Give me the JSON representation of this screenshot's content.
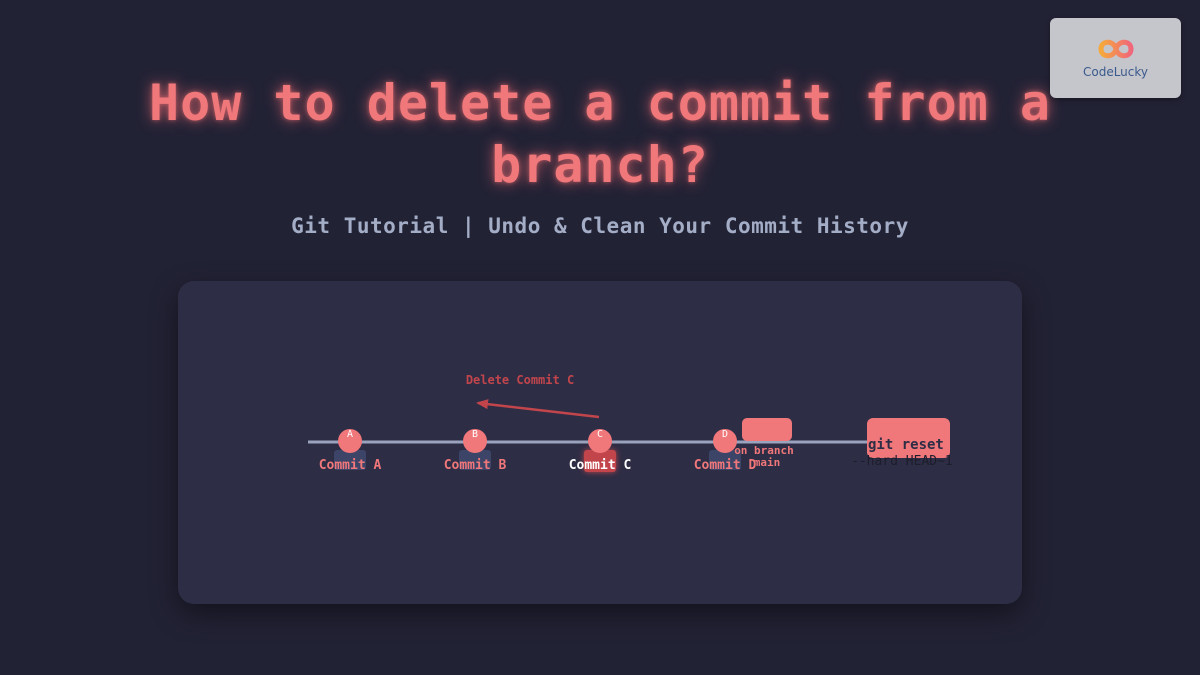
{
  "title": "How to delete a commit from a branch?",
  "subtitle": "Git Tutorial | Undo & Clean Your Commit History",
  "logo": {
    "text": "CodeLucky",
    "icon": "infinity-logo-icon"
  },
  "diagram": {
    "annotation": "Delete Commit C",
    "commits": [
      {
        "id": "A",
        "label": "Commit A",
        "highlighted": false
      },
      {
        "id": "B",
        "label": "Commit B",
        "highlighted": false
      },
      {
        "id": "C",
        "label": "Commit C",
        "highlighted": true
      },
      {
        "id": "D",
        "label": "Commit D",
        "highlighted": false
      }
    ],
    "branch_label_line1": "on branch",
    "branch_label_line2": "main",
    "command_line1": "git reset",
    "command_line2": "--hard HEAD~1"
  },
  "colors": {
    "background": "#222235",
    "card": "#2d2d45",
    "accent": "#f0777a",
    "subtitle": "#a3adc6",
    "timeline": "#9aa3bd",
    "node_base": "#3c4468"
  }
}
